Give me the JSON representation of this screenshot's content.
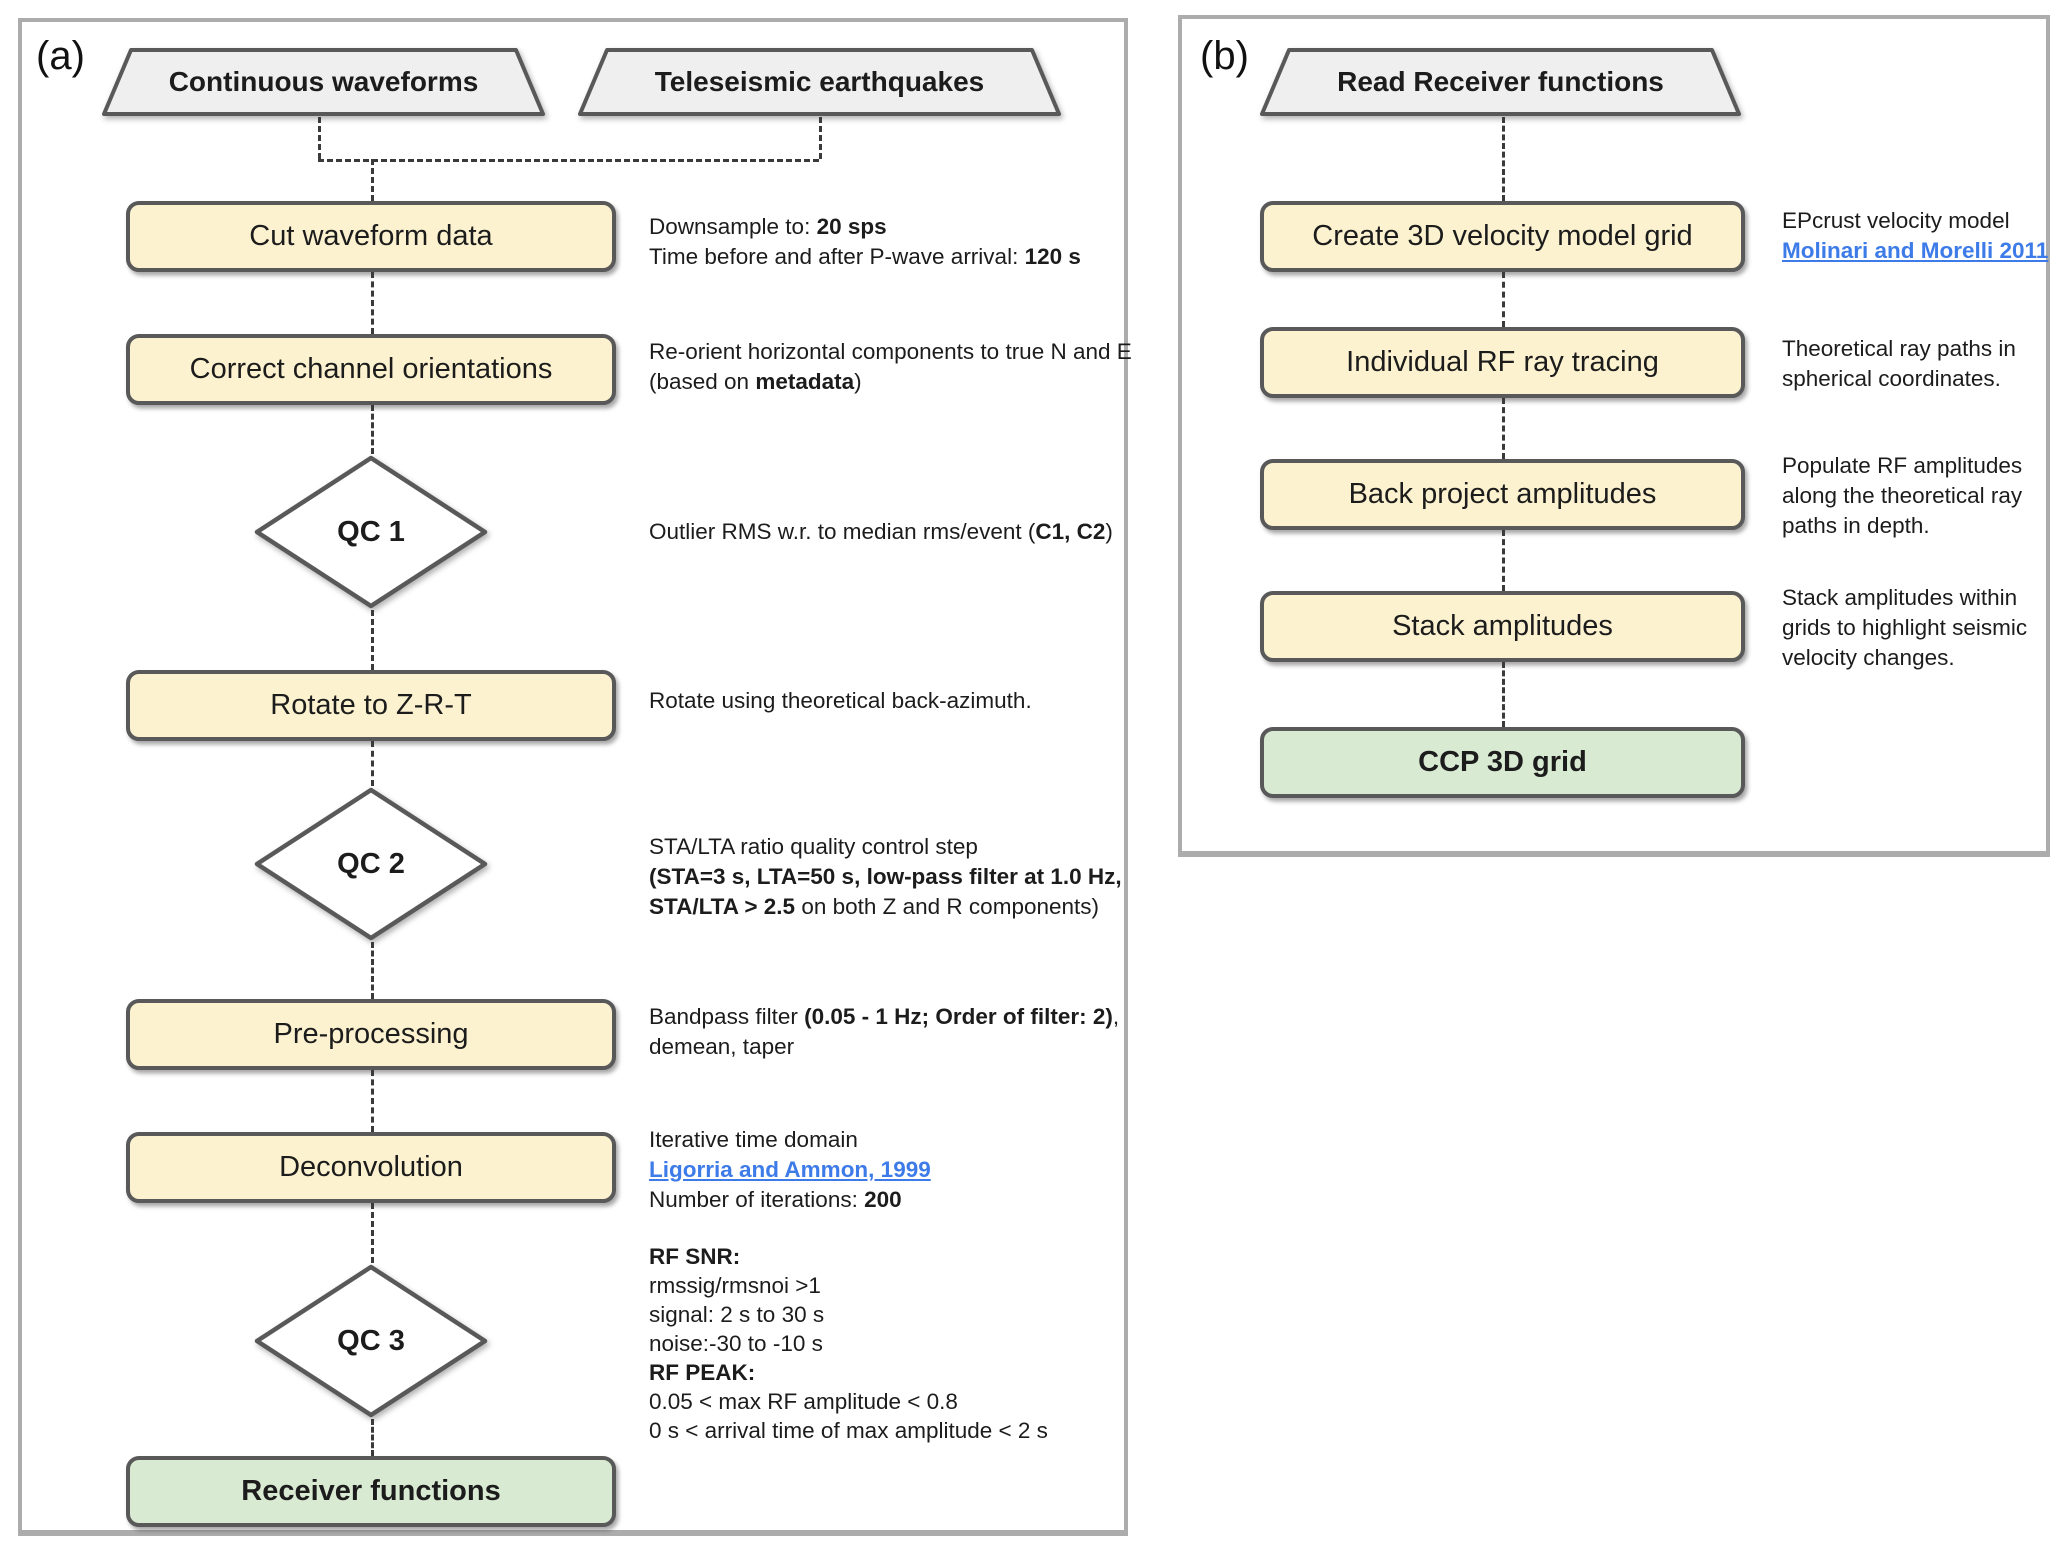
{
  "panel_a": {
    "label": "(a)",
    "source1": "Continuous waveforms",
    "source2": "Teleseismic earthquakes",
    "step1": {
      "label": "Cut waveform data",
      "note": [
        {
          "pre": "Downsample to: ",
          "bold": "20 sps"
        },
        {
          "pre": "Time before and after P-wave arrival: ",
          "bold": "120 s"
        }
      ]
    },
    "step2": {
      "label": "Correct channel orientations",
      "note": [
        {
          "pre": "Re-orient horizontal components to true N and E"
        },
        {
          "pre": "(based on ",
          "bold": "metadata",
          "post": ")"
        }
      ]
    },
    "qc1": {
      "label": "QC 1",
      "note": [
        {
          "pre": "Outlier RMS w.r. to median rms/event (",
          "bold": "C1, C2",
          "post": ")"
        }
      ]
    },
    "step3": {
      "label": "Rotate to Z-R-T",
      "note": [
        {
          "pre": "Rotate using theoretical back-azimuth."
        }
      ]
    },
    "qc2": {
      "label": "QC 2",
      "note": [
        {
          "pre": "STA/LTA ratio quality control step"
        },
        {
          "bold": "(STA=3 s, LTA=50 s, low-pass filter at 1.0 Hz,"
        },
        {
          "bold": "STA/LTA > 2.5",
          "post": " on both Z and R components)"
        }
      ]
    },
    "step4": {
      "label": "Pre-processing",
      "note": [
        {
          "pre": "Bandpass filter ",
          "bold": "(0.05 - 1 Hz; Order of filter: 2)",
          "post": ","
        },
        {
          "pre": "demean, taper"
        }
      ]
    },
    "step5": {
      "label": "Deconvolution",
      "note": [
        {
          "pre": "Iterative time domain"
        },
        {
          "link": "Ligorria and Ammon, 1999"
        },
        {
          "pre": "Number of iterations: ",
          "bold": "200"
        }
      ]
    },
    "qc3": {
      "label": "QC 3",
      "note": [
        {
          "bold": "RF SNR:"
        },
        {
          "pre": "rmssig/rmsnoi >1"
        },
        {
          "pre": "signal: 2 s to 30 s"
        },
        {
          "pre": "noise:-30 to -10 s"
        },
        {
          "bold": "RF PEAK:"
        },
        {
          "pre": "0.05 < max RF amplitude < 0.8"
        },
        {
          "pre": "0 s < arrival time of max amplitude < 2 s"
        }
      ]
    },
    "output": {
      "label": "Receiver functions"
    }
  },
  "panel_b": {
    "label": "(b)",
    "source": "Read Receiver functions",
    "step1": {
      "label": "Create 3D velocity model grid",
      "note": [
        {
          "pre": "EPcrust velocity model"
        },
        {
          "link": "Molinari and Morelli 2011"
        }
      ]
    },
    "step2": {
      "label": "Individual RF ray tracing",
      "note": [
        {
          "pre": "Theoretical ray paths in"
        },
        {
          "pre": "spherical coordinates."
        }
      ]
    },
    "step3": {
      "label": "Back project amplitudes",
      "note": [
        {
          "pre": "Populate RF amplitudes"
        },
        {
          "pre": "along the theoretical ray"
        },
        {
          "pre": "paths in depth."
        }
      ]
    },
    "step4": {
      "label": "Stack amplitudes",
      "note": [
        {
          "pre": "Stack amplitudes within"
        },
        {
          "pre": "grids to highlight seismic"
        },
        {
          "pre": "velocity changes."
        }
      ]
    },
    "output": {
      "label": "CCP 3D grid"
    }
  },
  "colors": {
    "process_fill": "#FCF2CF",
    "terminal_fill": "#D9EAD3",
    "source_fill": "#EFEFEF",
    "shape_border": "#595959",
    "panel_border": "#ACACAC",
    "link": "#3D7BE8",
    "dash": "#3A3A3A"
  }
}
